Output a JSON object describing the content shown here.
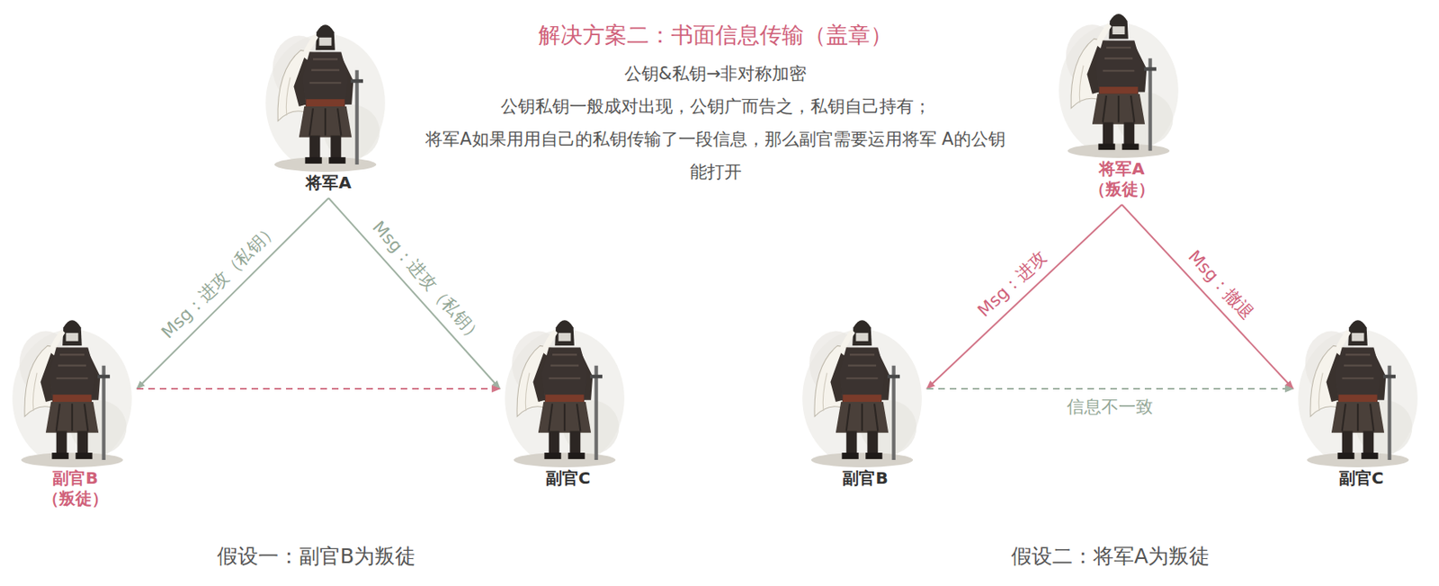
{
  "diagram": {
    "title": "解决方案二：书面信息传输（盖章）",
    "nodes": [
      {
        "text": [
          "将军A"
        ]
      },
      {
        "text": [
          "副官B",
          "（叛徒）"
        ]
      },
      {
        "text": [
          "副官C"
        ]
      },
      {
        "text": [
          "将军A",
          "（叛徒）"
        ]
      },
      {
        "text": [
          "副官B"
        ]
      },
      {
        "text": [
          "副官C"
        ]
      }
    ],
    "edges": [
      {
        "from": 0,
        "to": 1,
        "arrow": "to",
        "label": "Msg：进攻（私钥）"
      },
      {
        "from": 0,
        "to": 2,
        "arrow": "to",
        "label": "Msg：进攻（私钥）"
      },
      {
        "from": 1,
        "to": 2,
        "arrow": "to"
      },
      {
        "from": 3,
        "to": 4,
        "arrow": "to",
        "label": "Msg：进攻"
      },
      {
        "from": 3,
        "to": 5,
        "arrow": "to",
        "label": "Msg：撤退"
      },
      {
        "from": 4,
        "to": 5,
        "arrow": "to",
        "label": "信息不一致"
      }
    ],
    "labels": [
      "公钥&私钥→非对称加密",
      "公钥私钥一般成对出现，公钥广而告之，私钥自己持有；",
      "将军A如果用用自己的私钥传输了一段信息，那么副官需要运用将军 A的公钥能打开",
      "假设一：副官B为叛徒",
      "假设二：将军A为叛徒"
    ]
  }
}
